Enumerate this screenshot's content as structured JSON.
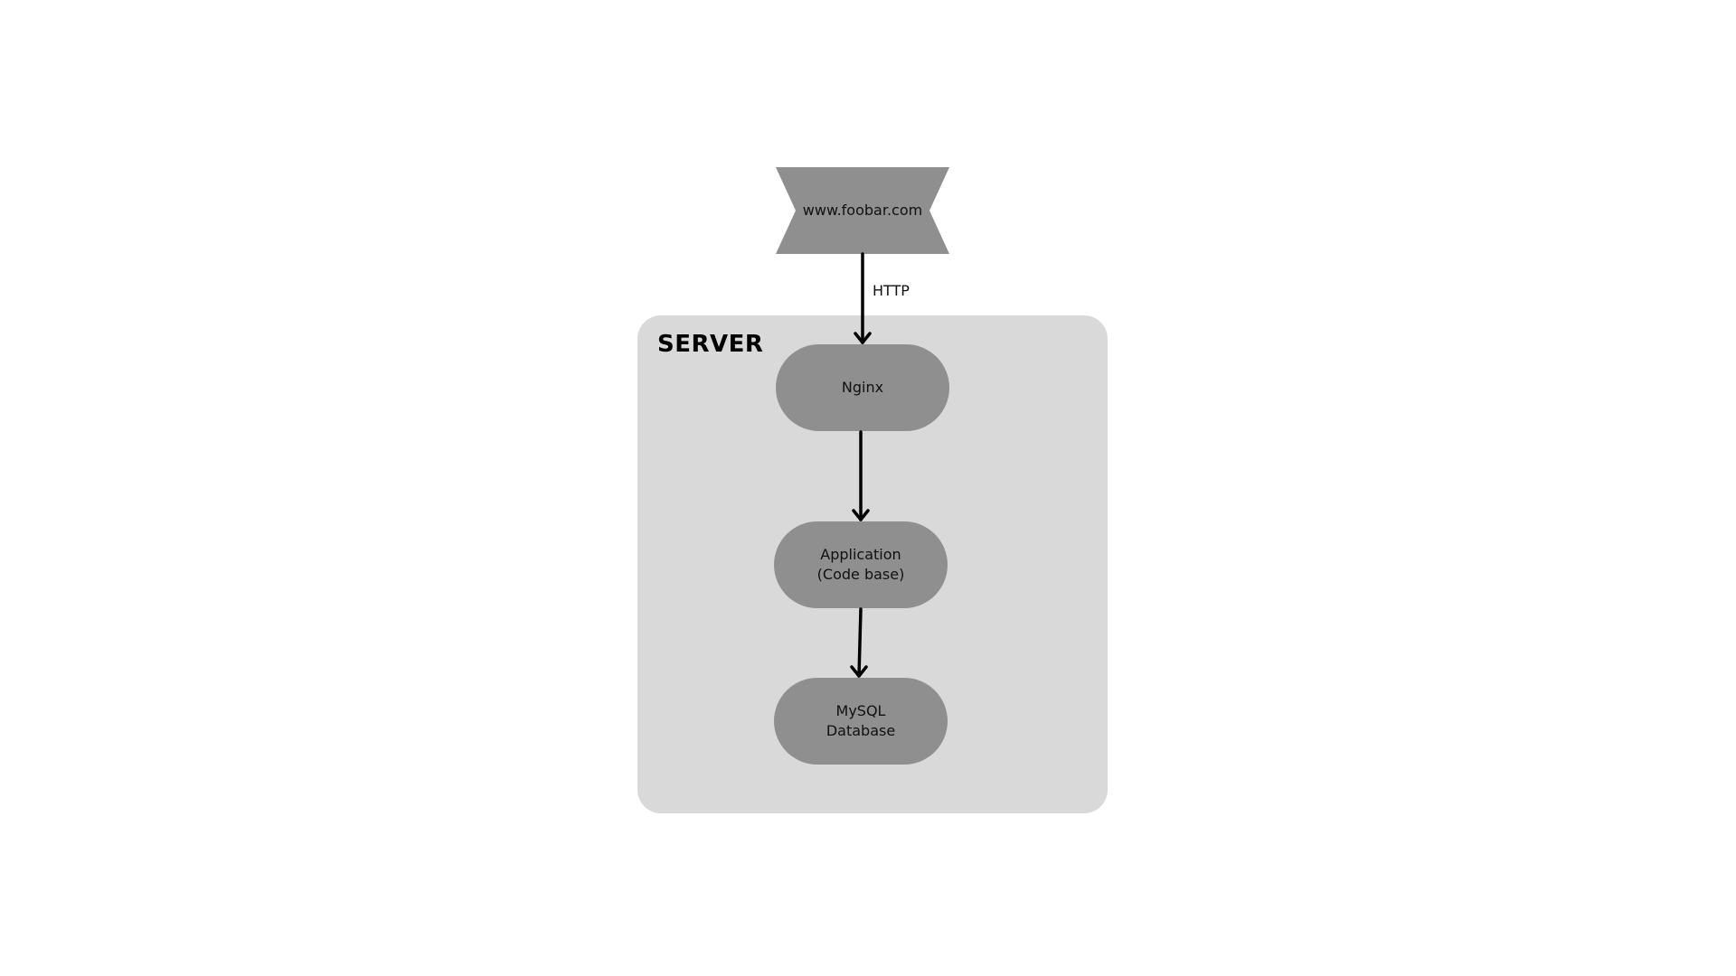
{
  "diagram": {
    "container": {
      "label": "SERVER",
      "color": "#d9d9d9"
    },
    "nodes": [
      {
        "id": "domain",
        "label": "www.foobar.com",
        "shape": "bowtie-banner",
        "color": "#8f8f8f"
      },
      {
        "id": "nginx",
        "label": "Nginx",
        "shape": "pill",
        "color": "#8f8f8f"
      },
      {
        "id": "app",
        "label": "Application\n(Code base)",
        "shape": "pill",
        "color": "#8f8f8f"
      },
      {
        "id": "mysql",
        "label": "MySQL\nDatabase",
        "shape": "pill",
        "color": "#8f8f8f"
      }
    ],
    "edges": [
      {
        "from": "domain",
        "to": "nginx",
        "label": "HTTP"
      },
      {
        "from": "nginx",
        "to": "app",
        "label": ""
      },
      {
        "from": "app",
        "to": "mysql",
        "label": ""
      }
    ],
    "edge_color": "#000000"
  }
}
